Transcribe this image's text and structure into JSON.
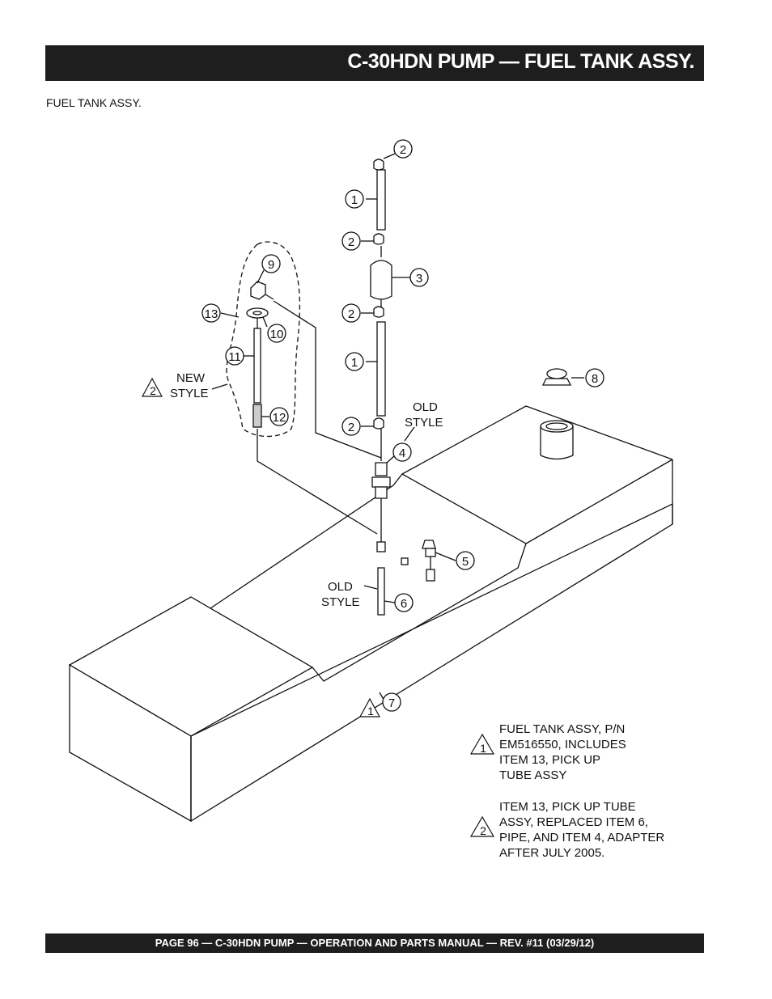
{
  "header": {
    "title": "C-30HDN PUMP — FUEL TANK ASSY."
  },
  "subtitle": "FUEL TANK ASSY.",
  "callouts": {
    "c1a": "1",
    "c1b": "1",
    "c2a": "2",
    "c2b": "2",
    "c2c": "2",
    "c2d": "2",
    "c3": "3",
    "c4": "4",
    "c5": "5",
    "c6": "6",
    "c7": "7",
    "c8": "8",
    "c9": "9",
    "c10": "10",
    "c11": "11",
    "c12": "12",
    "c13": "13"
  },
  "labels": {
    "new_style_1": "NEW",
    "new_style_2": "STYLE",
    "old_style_top_1": "OLD",
    "old_style_top_2": "STYLE",
    "old_style_bottom_1": "OLD",
    "old_style_bottom_2": "STYLE"
  },
  "triangle_marks": {
    "t1": "1",
    "t2": "2",
    "t_note1": "1",
    "t_note2": "2",
    "t_new": "2"
  },
  "notes": {
    "note1": [
      "FUEL TANK ASSY, P/N",
      "EM516550, INCLUDES",
      "ITEM 13, PICK UP",
      "TUBE ASSY"
    ],
    "note2": [
      "ITEM 13, PICK UP TUBE",
      "ASSY, REPLACED ITEM 6,",
      "PIPE, AND ITEM 4, ADAPTER",
      "AFTER JULY 2005."
    ]
  },
  "footer": {
    "text": "PAGE 96 — C-30HDN PUMP — OPERATION AND PARTS MANUAL — REV. #11 (03/29/12)"
  }
}
